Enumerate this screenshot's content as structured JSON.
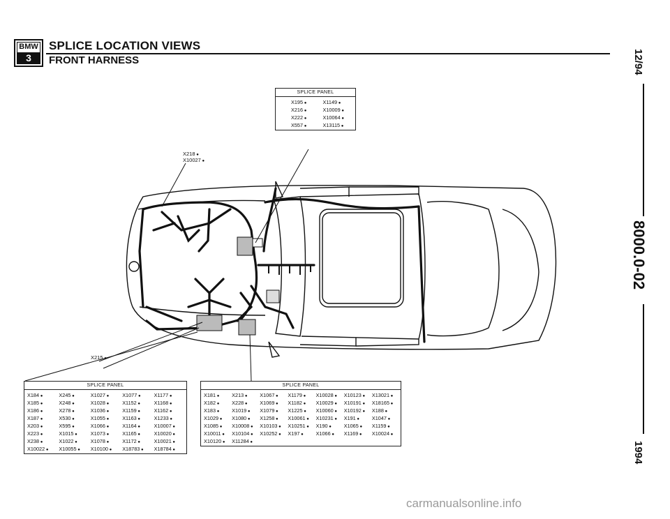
{
  "header": {
    "logo_brand": "BMW",
    "logo_model": "3",
    "title": "SPLICE LOCATION VIEWS",
    "subtitle": "FRONT HARNESS"
  },
  "sidebar": {
    "date": "12/94",
    "page_code": "8000.0-02",
    "year": "1994"
  },
  "top_panel": {
    "heading": "SPLICE PANEL",
    "items": [
      "X195",
      "X1149",
      "X216",
      "X10009",
      "X222",
      "X10064",
      "X557",
      "X13115"
    ]
  },
  "callout_top": {
    "items": [
      "X218",
      "X10027"
    ]
  },
  "callout_left": {
    "items": [
      "X215"
    ]
  },
  "left_panel": {
    "heading": "SPLICE PANEL",
    "items": [
      "X184",
      "X245",
      "X1027",
      "X1077",
      "X1177",
      "X185",
      "X248",
      "X1028",
      "X1152",
      "X1168",
      "X186",
      "X278",
      "X1036",
      "X1159",
      "X1162",
      "X187",
      "X530",
      "X1055",
      "X1163",
      "X1233",
      "X203",
      "X595",
      "X1066",
      "X1164",
      "X10007",
      "X223",
      "X1015",
      "X1073",
      "X1165",
      "X10020",
      "X238",
      "X1022",
      "X1078",
      "X1172",
      "X10021",
      "X10022",
      "X10055",
      "X10100",
      "X18783",
      "X18784"
    ]
  },
  "right_panel": {
    "heading": "SPLICE PANEL",
    "items": [
      "X181",
      "X213",
      "X1067",
      "X1179",
      "X10028",
      "X10123",
      "X13021",
      "X182",
      "X228",
      "X1069",
      "X1182",
      "X10029",
      "X10191",
      "X18165",
      "X183",
      "X1019",
      "X1079",
      "X1225",
      "X10060",
      "X10192",
      "X188",
      "X1029",
      "X1080",
      "X1258",
      "X10061",
      "X10231",
      "X191",
      "X1047",
      "X1085",
      "X10008",
      "X10103",
      "X10251",
      "X190",
      "X1065",
      "X1159",
      "X10011",
      "X10104",
      "X10252",
      "X197",
      "X1066",
      "X1169",
      "X10024",
      "X10120",
      "X11284"
    ]
  },
  "watermark": "carmanualsonline.info"
}
